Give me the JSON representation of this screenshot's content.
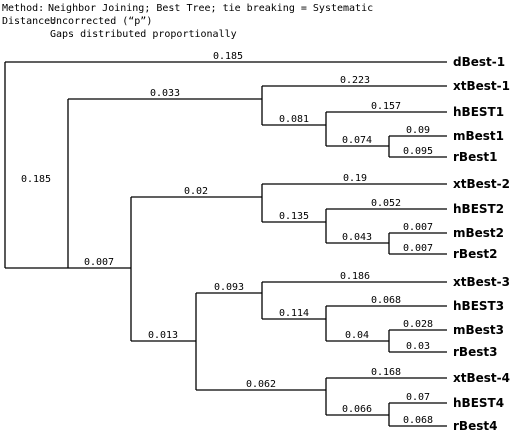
{
  "header": {
    "method_label": "Method:",
    "method_value": "Neighbor Joining; Best Tree; tie breaking = Systematic",
    "distance_label": "Distance:",
    "distance_value": "Uncorrected (“p”)",
    "gaps_value": "Gaps distributed proportionally"
  },
  "tree": {
    "leaves": [
      {
        "name": "dBest-1",
        "branch": "0.185"
      },
      {
        "name": "xtBest-1",
        "branch": "0.223"
      },
      {
        "name": "hBEST1",
        "branch": "0.157"
      },
      {
        "name": "mBest1",
        "branch": "0.09"
      },
      {
        "name": "rBest1",
        "branch": "0.095"
      },
      {
        "name": "xtBest-2",
        "branch": "0.19"
      },
      {
        "name": "hBEST2",
        "branch": "0.052"
      },
      {
        "name": "mBest2",
        "branch": "0.007"
      },
      {
        "name": "rBest2",
        "branch": "0.007"
      },
      {
        "name": "xtBest-3",
        "branch": "0.186"
      },
      {
        "name": "hBEST3",
        "branch": "0.068"
      },
      {
        "name": "mBest3",
        "branch": "0.028"
      },
      {
        "name": "rBest3",
        "branch": "0.03"
      },
      {
        "name": "xtBest-4",
        "branch": "0.168"
      },
      {
        "name": "hBEST4",
        "branch": "0.07"
      },
      {
        "name": "rBest4",
        "branch": "0.068"
      }
    ],
    "internal_branches": {
      "root_lower": "0.185",
      "group1": "0.033",
      "group1_inner": "0.081",
      "group1_mr": "0.074",
      "groups234": "0.007",
      "group2": "0.02",
      "group2_inner": "0.135",
      "group2_mr": "0.043",
      "groups34": "0.013",
      "group3": "0.093",
      "group3_inner": "0.114",
      "group3_mr": "0.04",
      "group4": "0.062",
      "group4_inner": "0.066"
    }
  }
}
